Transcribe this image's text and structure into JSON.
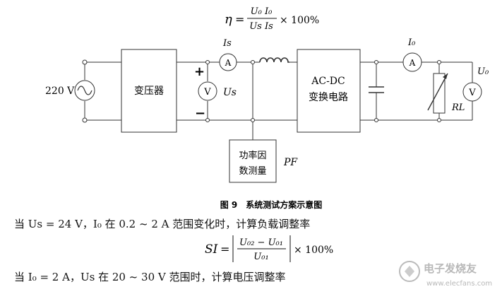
{
  "formula_eta": {
    "lhs": "η",
    "eq": "=",
    "num": "U₀ I₀",
    "den": "Us Is",
    "mul": "× 100%"
  },
  "circuit": {
    "source_label": "220 V",
    "transformer_label": "变压器",
    "ammeter_in_label": "Is",
    "ammeter_symbol": "A",
    "voltmeter_symbol": "V",
    "plus": "+",
    "minus": "−",
    "us_label": "Us",
    "converter_line1": "AC-DC",
    "converter_line2": "变换电路",
    "pf_line1": "功率因",
    "pf_line2": "数测量",
    "pf_tag": "PF",
    "ammeter_out_label": "I₀",
    "rl_label": "RL",
    "u0_label": "U₀"
  },
  "caption": "图 9　系统测试方案示意图",
  "text_line1": "当 Us = 24 V，I₀ 在 0.2 ~ 2 A 范围变化时，计算负载调整率",
  "formula_si": {
    "lhs": "SI",
    "eq": "=",
    "num": "U₀₂ − U₀₁",
    "den": "U₀₁",
    "mul": "× 100%"
  },
  "text_line2": "当 I₀ = 2 A，Us 在 20 ~ 30 V 范围时，计算电压调整率",
  "watermark": {
    "line1": "电子发烧友",
    "line2": "www.elecfans.com"
  }
}
